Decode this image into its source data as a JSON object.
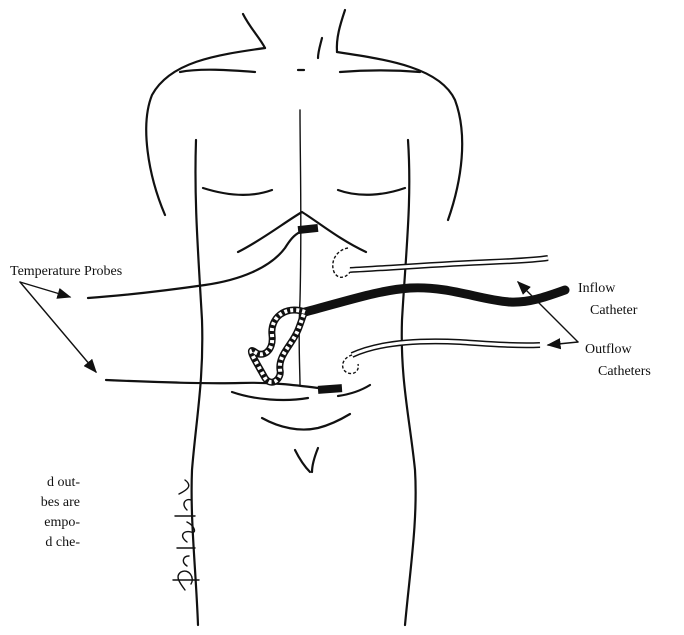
{
  "labels": {
    "temperature_probes": "Temperature Probes",
    "inflow_line1": "Inflow",
    "inflow_line2": "Catheter",
    "outflow_line1": "Outflow",
    "outflow_line2": "Catheters"
  },
  "caption_fragment": [
    "d out-",
    "bes are",
    "empo-",
    "d che-"
  ],
  "signature": "Jon McIntire",
  "colors": {
    "ink": "#111111",
    "background": "#ffffff"
  }
}
